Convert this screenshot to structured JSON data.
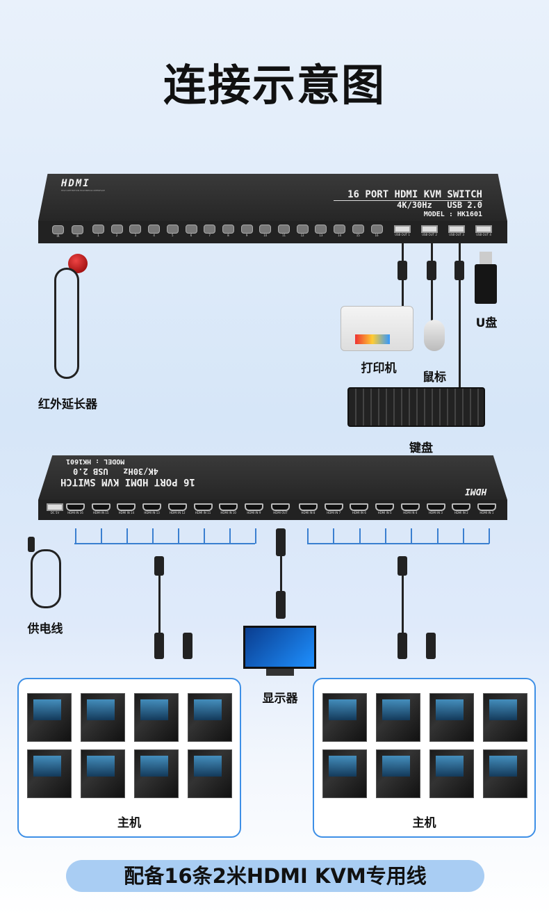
{
  "title": "连接示意图",
  "switch_front": {
    "logo": "HDMI",
    "logo_sub": "HIGH-DEFINITION MULTIMEDIA INTERFACE",
    "name": "16 PORT HDMI KVM SWITCH",
    "spec1": "4K/30Hz",
    "spec2": "USB 2.0",
    "model": "MODEL : HK1601",
    "ir_ports": [
      "IR",
      "IR"
    ],
    "buttons": [
      "1",
      "2",
      "3",
      "4",
      "5",
      "6",
      "7",
      "8",
      "9",
      "10",
      "11",
      "12",
      "13",
      "14",
      "15",
      "16"
    ],
    "usb_ports": [
      "USB OUT 1",
      "USB OUT 2",
      "USB OUT 3",
      "USB OUT 4"
    ]
  },
  "switch_back": {
    "logo": "HDMI",
    "name": "16 PORT HDMI KVM SWITCH",
    "spec1": "4K/30Hz",
    "spec2": "USB 2.0",
    "model": "MODEL : HK1601",
    "ports": [
      "DC 5V",
      "HDMI IN 16",
      "HDMI IN 15",
      "HDMI IN 14",
      "HDMI IN 13",
      "HDMI IN 12",
      "HDMI IN 11",
      "HDMI IN 10",
      "HDMI IN 9",
      "HDMI OUT",
      "HDMI IN 8",
      "HDMI IN 7",
      "HDMI IN 6",
      "HDMI IN 5",
      "HDMI IN 4",
      "HDMI IN 3",
      "HDMI IN 2",
      "HDMI IN 1"
    ]
  },
  "labels": {
    "ir_extender": "红外延长器",
    "printer": "打印机",
    "mouse": "鼠标",
    "udisk": "U盘",
    "keyboard": "键盘",
    "power": "供电线",
    "monitor": "显示器",
    "host_left": "主机",
    "host_right": "主机"
  },
  "footer": "配备16条2米HDMI KVM专用线",
  "colors": {
    "accent": "#3d8fe6",
    "pill": "#a9cdf3",
    "panel": "#2b2b2b"
  }
}
